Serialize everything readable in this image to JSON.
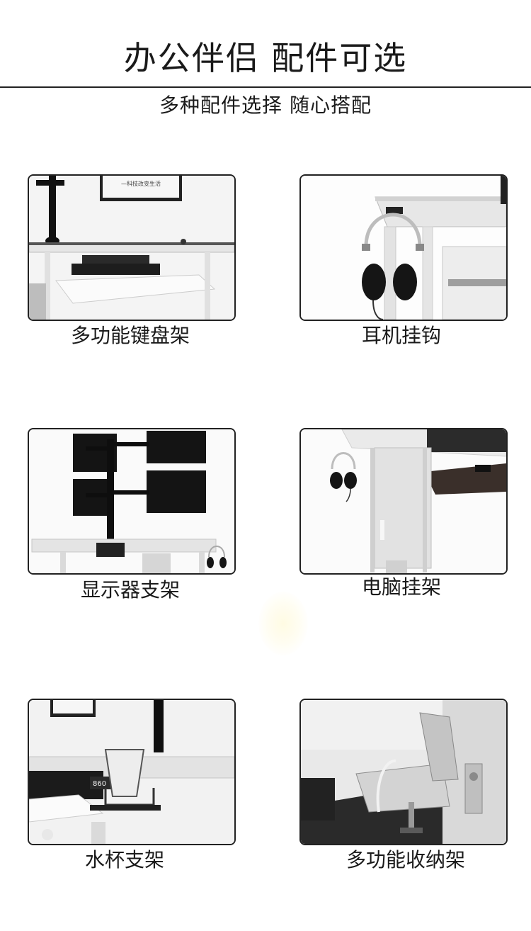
{
  "header": {
    "title": "办公伴侣  配件可选",
    "subtitle": "多种配件选择  随心搭配"
  },
  "products": [
    {
      "name": "多功能键盘架",
      "image": "keyboard-tray",
      "screen_text": "—科技改变生活"
    },
    {
      "name": "耳机挂钩",
      "image": "headphone-hook"
    },
    {
      "name": "显示器支架",
      "image": "monitor-arm"
    },
    {
      "name": "电脑挂架",
      "image": "pc-holder"
    },
    {
      "name": "水杯支架",
      "image": "cup-holder",
      "device_text": "860"
    },
    {
      "name": "多功能收纳架",
      "image": "storage-rack"
    }
  ]
}
